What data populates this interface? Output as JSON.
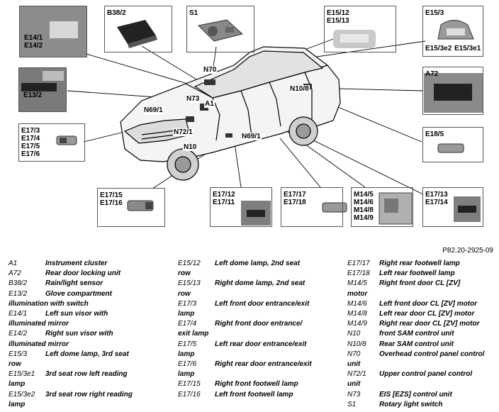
{
  "reference": "P82.20-2925-09",
  "boxes": {
    "sunvisor": [
      "E14/1",
      "E14/2"
    ],
    "glove": [
      "E13/2"
    ],
    "entrance": [
      "E17/3",
      "E17/4",
      "E17/5",
      "E17/6"
    ],
    "footfront": [
      "E17/15",
      "E17/16"
    ],
    "rainsensor": [
      "B38/2"
    ],
    "switch": [
      "S1"
    ],
    "domelamp2": [
      "E15/12",
      "E15/13"
    ],
    "domelamp3": [
      "E15/3"
    ],
    "domelamp3_e2": [
      "E15/3e2"
    ],
    "domelamp3_e1": [
      "E15/3e1"
    ],
    "lockunit": [
      "A72"
    ],
    "entrancerear": [
      "E18/5"
    ],
    "footrear1": [
      "E17/12",
      "E17/11"
    ],
    "footrear2": [
      "E17/17",
      "E17/18"
    ],
    "motors": [
      "M14/5",
      "M14/6",
      "M14/8",
      "M14/9"
    ],
    "lamp1314": [
      "E17/13",
      "E17/14"
    ]
  },
  "car_labels": {
    "n70": "N70",
    "n108": "N10/8",
    "n73": "N73",
    "a1": "A1",
    "n691a": "N69/1",
    "n721": "N72/1",
    "n691b": "N69/1",
    "n10": "N10"
  },
  "legend": {
    "col1": [
      {
        "code": "A1",
        "desc": "Instrument cluster",
        "cont": ""
      },
      {
        "code": "A72",
        "desc": "Rear door locking unit",
        "cont": ""
      },
      {
        "code": "B38/2",
        "desc": "Rain/light sensor",
        "cont": ""
      },
      {
        "code": "E13/2",
        "desc": "Glove compartment",
        "cont": "illumination with switch"
      },
      {
        "code": "E14/1",
        "desc": "Left sun visor with",
        "cont": "illuminated mirror"
      },
      {
        "code": "E14/2",
        "desc": "Right sun visor with",
        "cont": "illuminated mirror"
      },
      {
        "code": "E15/3",
        "desc": "Left dome lamp, 3rd seat",
        "cont": "row"
      },
      {
        "code": "E15/3e1",
        "desc": "3rd seat row left reading",
        "cont": "lamp"
      },
      {
        "code": "E15/3e2",
        "desc": "3rd seat row right reading",
        "cont": "lamp"
      }
    ],
    "col2": [
      {
        "code": "E15/12",
        "desc": "Left dome lamp, 2nd seat",
        "cont": "row"
      },
      {
        "code": "E15/13",
        "desc": "Right dome lamp, 2nd seat",
        "cont": "row"
      },
      {
        "code": "E17/3",
        "desc": "Left front door entrance/exit",
        "cont": "lamp"
      },
      {
        "code": "E17/4",
        "desc": "Right front door entrance/",
        "cont": "exit lamp"
      },
      {
        "code": "E17/5",
        "desc": "Left rear door entrance/exit",
        "cont": "lamp"
      },
      {
        "code": "E17/6",
        "desc": "Right rear door entrance/exit",
        "cont": "lamp"
      },
      {
        "code": "E17/15",
        "desc": "Right front footwell lamp",
        "cont": ""
      },
      {
        "code": "E17/16",
        "desc": "Left front footwell lamp",
        "cont": ""
      }
    ],
    "col3": [
      {
        "code": "E17/17",
        "desc": "Right rear footwell lamp",
        "cont": ""
      },
      {
        "code": "E17/18",
        "desc": "Left rear footwell lamp",
        "cont": ""
      },
      {
        "code": "M14/5",
        "desc": "Right front door CL [ZV]",
        "cont": "motor"
      },
      {
        "code": "M14/6",
        "desc": "Left front door CL [ZV] motor",
        "cont": ""
      },
      {
        "code": "M14/8",
        "desc": "Left rear door CL [ZV] motor",
        "cont": ""
      },
      {
        "code": "M14/9",
        "desc": "Right rear door CL [ZV] motor",
        "cont": ""
      },
      {
        "code": "N10",
        "desc": "front SAM control unit",
        "cont": ""
      },
      {
        "code": "N10/8",
        "desc": "Rear SAM control unit",
        "cont": ""
      },
      {
        "code": "N70",
        "desc": "Overhead control panel control",
        "cont": "unit"
      },
      {
        "code": "N72/1",
        "desc": "Upper control panel control",
        "cont": "unit"
      },
      {
        "code": "N73",
        "desc": "EIS [EZS] control unit",
        "cont": ""
      },
      {
        "code": "S1",
        "desc": "Rotary light switch",
        "cont": ""
      }
    ]
  }
}
